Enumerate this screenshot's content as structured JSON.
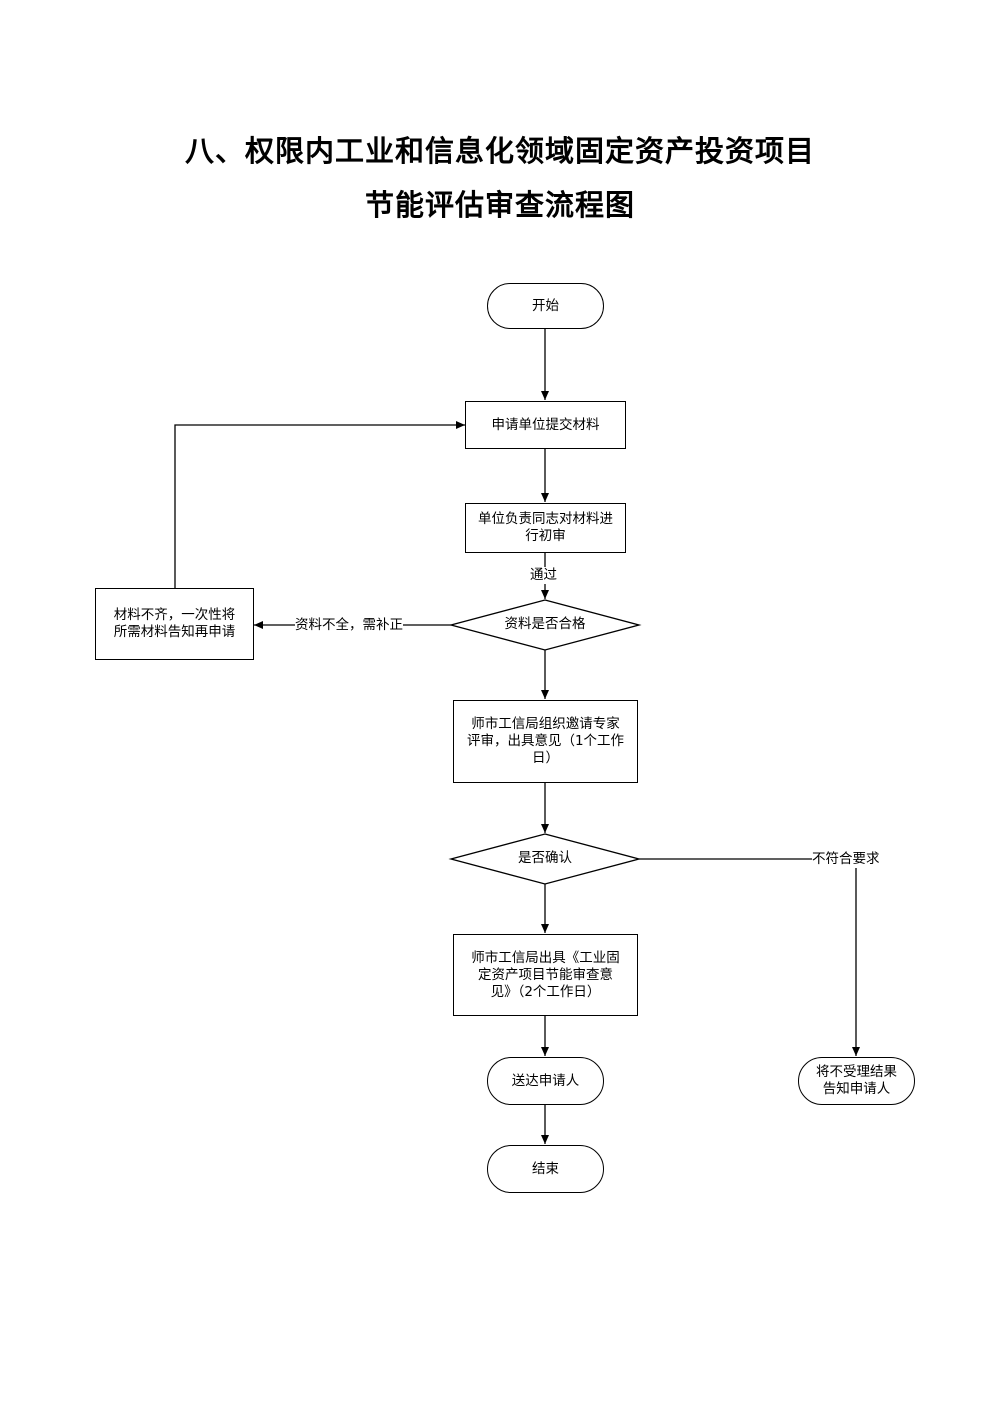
{
  "title": {
    "line1": "八、权限内工业和信息化领域固定资产投资项目",
    "line2": "节能评估审查流程图"
  },
  "nodes": {
    "start": "开始",
    "submit": "申请单位提交材料",
    "initial_review": "单位负责同志对材料进\n行初审",
    "check_materials": "资料是否合格",
    "incomplete": "材料不齐，一次性将\n所需材料告知再申请",
    "expert_review": "师市工信局组织邀请专家\n评审，出具意见（1个工作\n日）",
    "confirm": "是否确认",
    "issue_opinion": "师市工信局出具《工业固\n定资产项目节能审查意\n见》（2个工作日）",
    "deliver": "送达申请人",
    "reject_notice": "将不受理结果\n告知申请人",
    "end": "结束"
  },
  "edge_labels": {
    "pass": "通过",
    "incomplete_fix": "资料不全，需补正",
    "not_meet": "不符合要求"
  }
}
